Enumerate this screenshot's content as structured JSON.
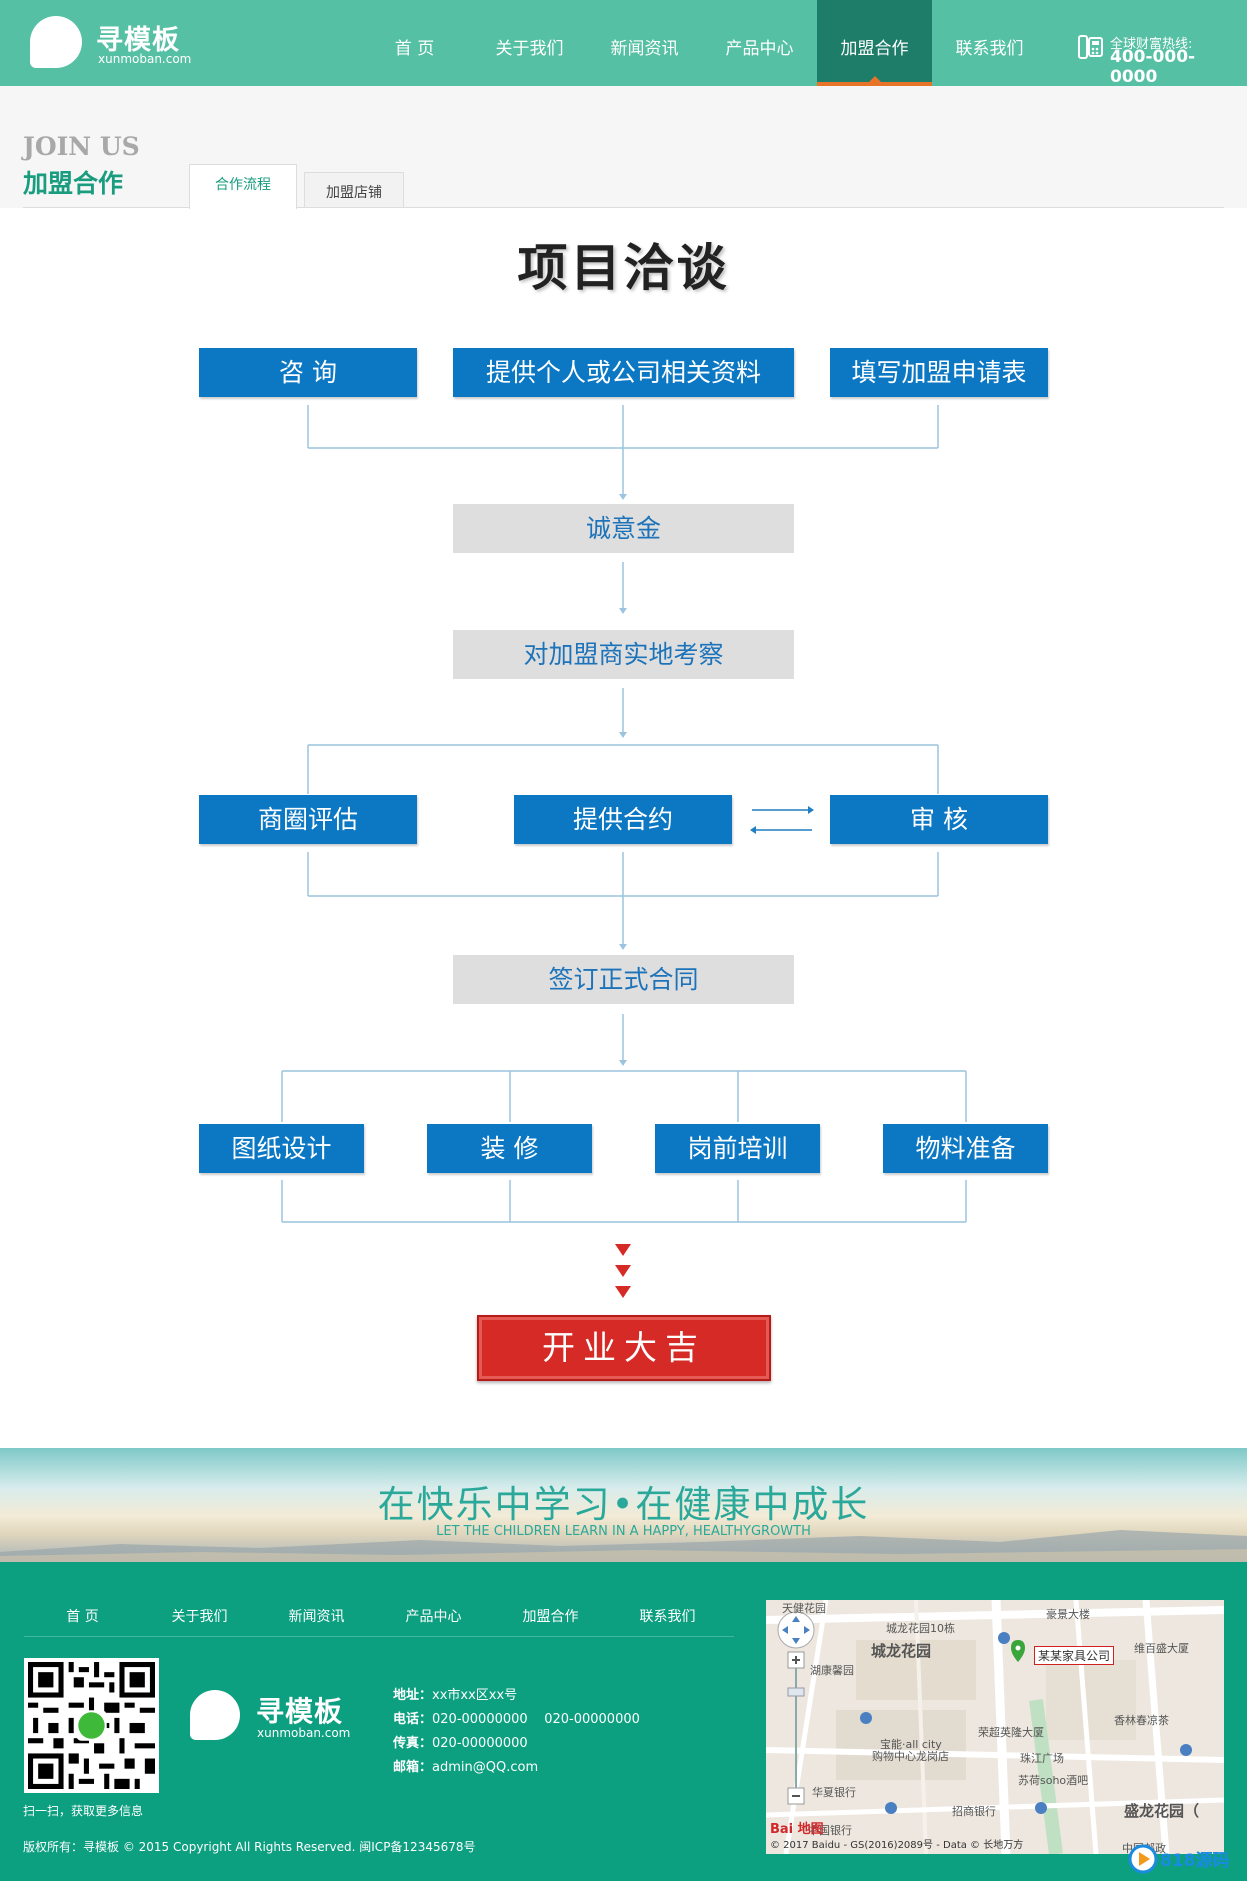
{
  "header": {
    "logo_title": "寻模板",
    "logo_sub": "xunmoban.com",
    "nav": [
      "首 页",
      "关于我们",
      "新闻资讯",
      "产品中心",
      "加盟合作",
      "联系我们"
    ],
    "active_index": 4,
    "hotline_label": "全球财富热线:",
    "hotline_number": "400-000-0000"
  },
  "section": {
    "title_en": "JOIN US",
    "title_cn": "加盟合作",
    "tabs": [
      "合作流程",
      "加盟店铺"
    ]
  },
  "flow": {
    "title": "项目洽谈",
    "step_consult": "咨 询",
    "step_materials": "提供个人或公司相关资料",
    "step_form": "填写加盟申请表",
    "step_deposit": "诚意金",
    "step_inspect": "对加盟商实地考察",
    "step_evaluate": "商圈评估",
    "step_contract": "提供合约",
    "step_review": "审 核",
    "step_sign": "签订正式合同",
    "step_design": "图纸设计",
    "step_decor": "装 修",
    "step_training": "岗前培训",
    "step_material": "物料准备",
    "step_open": "开业大吉"
  },
  "banner": {
    "slogan_cn": "在快乐中学习•在健康中成长",
    "slogan_en": "LET THE CHILDREN LEARN IN A HAPPY, HEALTHYGROWTH"
  },
  "footer": {
    "nav": [
      "首 页",
      "关于我们",
      "新闻资讯",
      "产品中心",
      "加盟合作",
      "联系我们"
    ],
    "qr_caption": "扫一扫，获取更多信息",
    "logo_title": "寻模板",
    "logo_sub": "xunmoban.com",
    "address_label": "地址：",
    "address": "xx市xx区xx号",
    "phone_label": "电话：",
    "phone": "020-00000000    020-00000000",
    "fax_label": "传真：",
    "fax": "020-00000000",
    "email_label": "邮箱：",
    "email": "admin@QQ.com",
    "copyright": "版权所有：寻模板 © 2015 Copyright  All Rights Reserved. 闽ICP备12345678号"
  },
  "map": {
    "labels": [
      "天健花园",
      "豪景大楼",
      "城龙花园10栋",
      "城龙花园",
      "湖康馨园",
      "维百盛大厦",
      "香林春凉茶",
      "荣超英隆大厦",
      "宝能·all city",
      "购物中心龙岗店",
      "珠江广场",
      "苏荷soho酒吧",
      "华夏银行",
      "招商银行",
      "盛龙花园（",
      "中国邮政",
      "中国银行"
    ],
    "company": "某某家具公司",
    "copyright": "© 2017 Baidu - GS(2016)2089号 - Data © 长地万方",
    "brand": "Bai 地图"
  },
  "watermark": "818源码",
  "colors": {
    "header_bg": "#55c0a3",
    "nav_active_bg": "#1d7d69",
    "accent_orange": "#e8742a",
    "flow_blue": "#0c78c3",
    "flow_gray": "#dedede",
    "flow_red": "#d52a26",
    "footer_bg": "#0c9f80"
  }
}
